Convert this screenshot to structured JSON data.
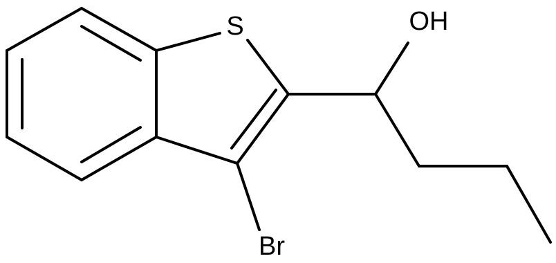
{
  "molecule": {
    "atoms": {
      "sulfur": "S",
      "hydroxyl": "OH",
      "bromine": "Br"
    },
    "colors": {
      "bond": "#000000",
      "label": "#000000",
      "background": "#ffffff"
    }
  }
}
